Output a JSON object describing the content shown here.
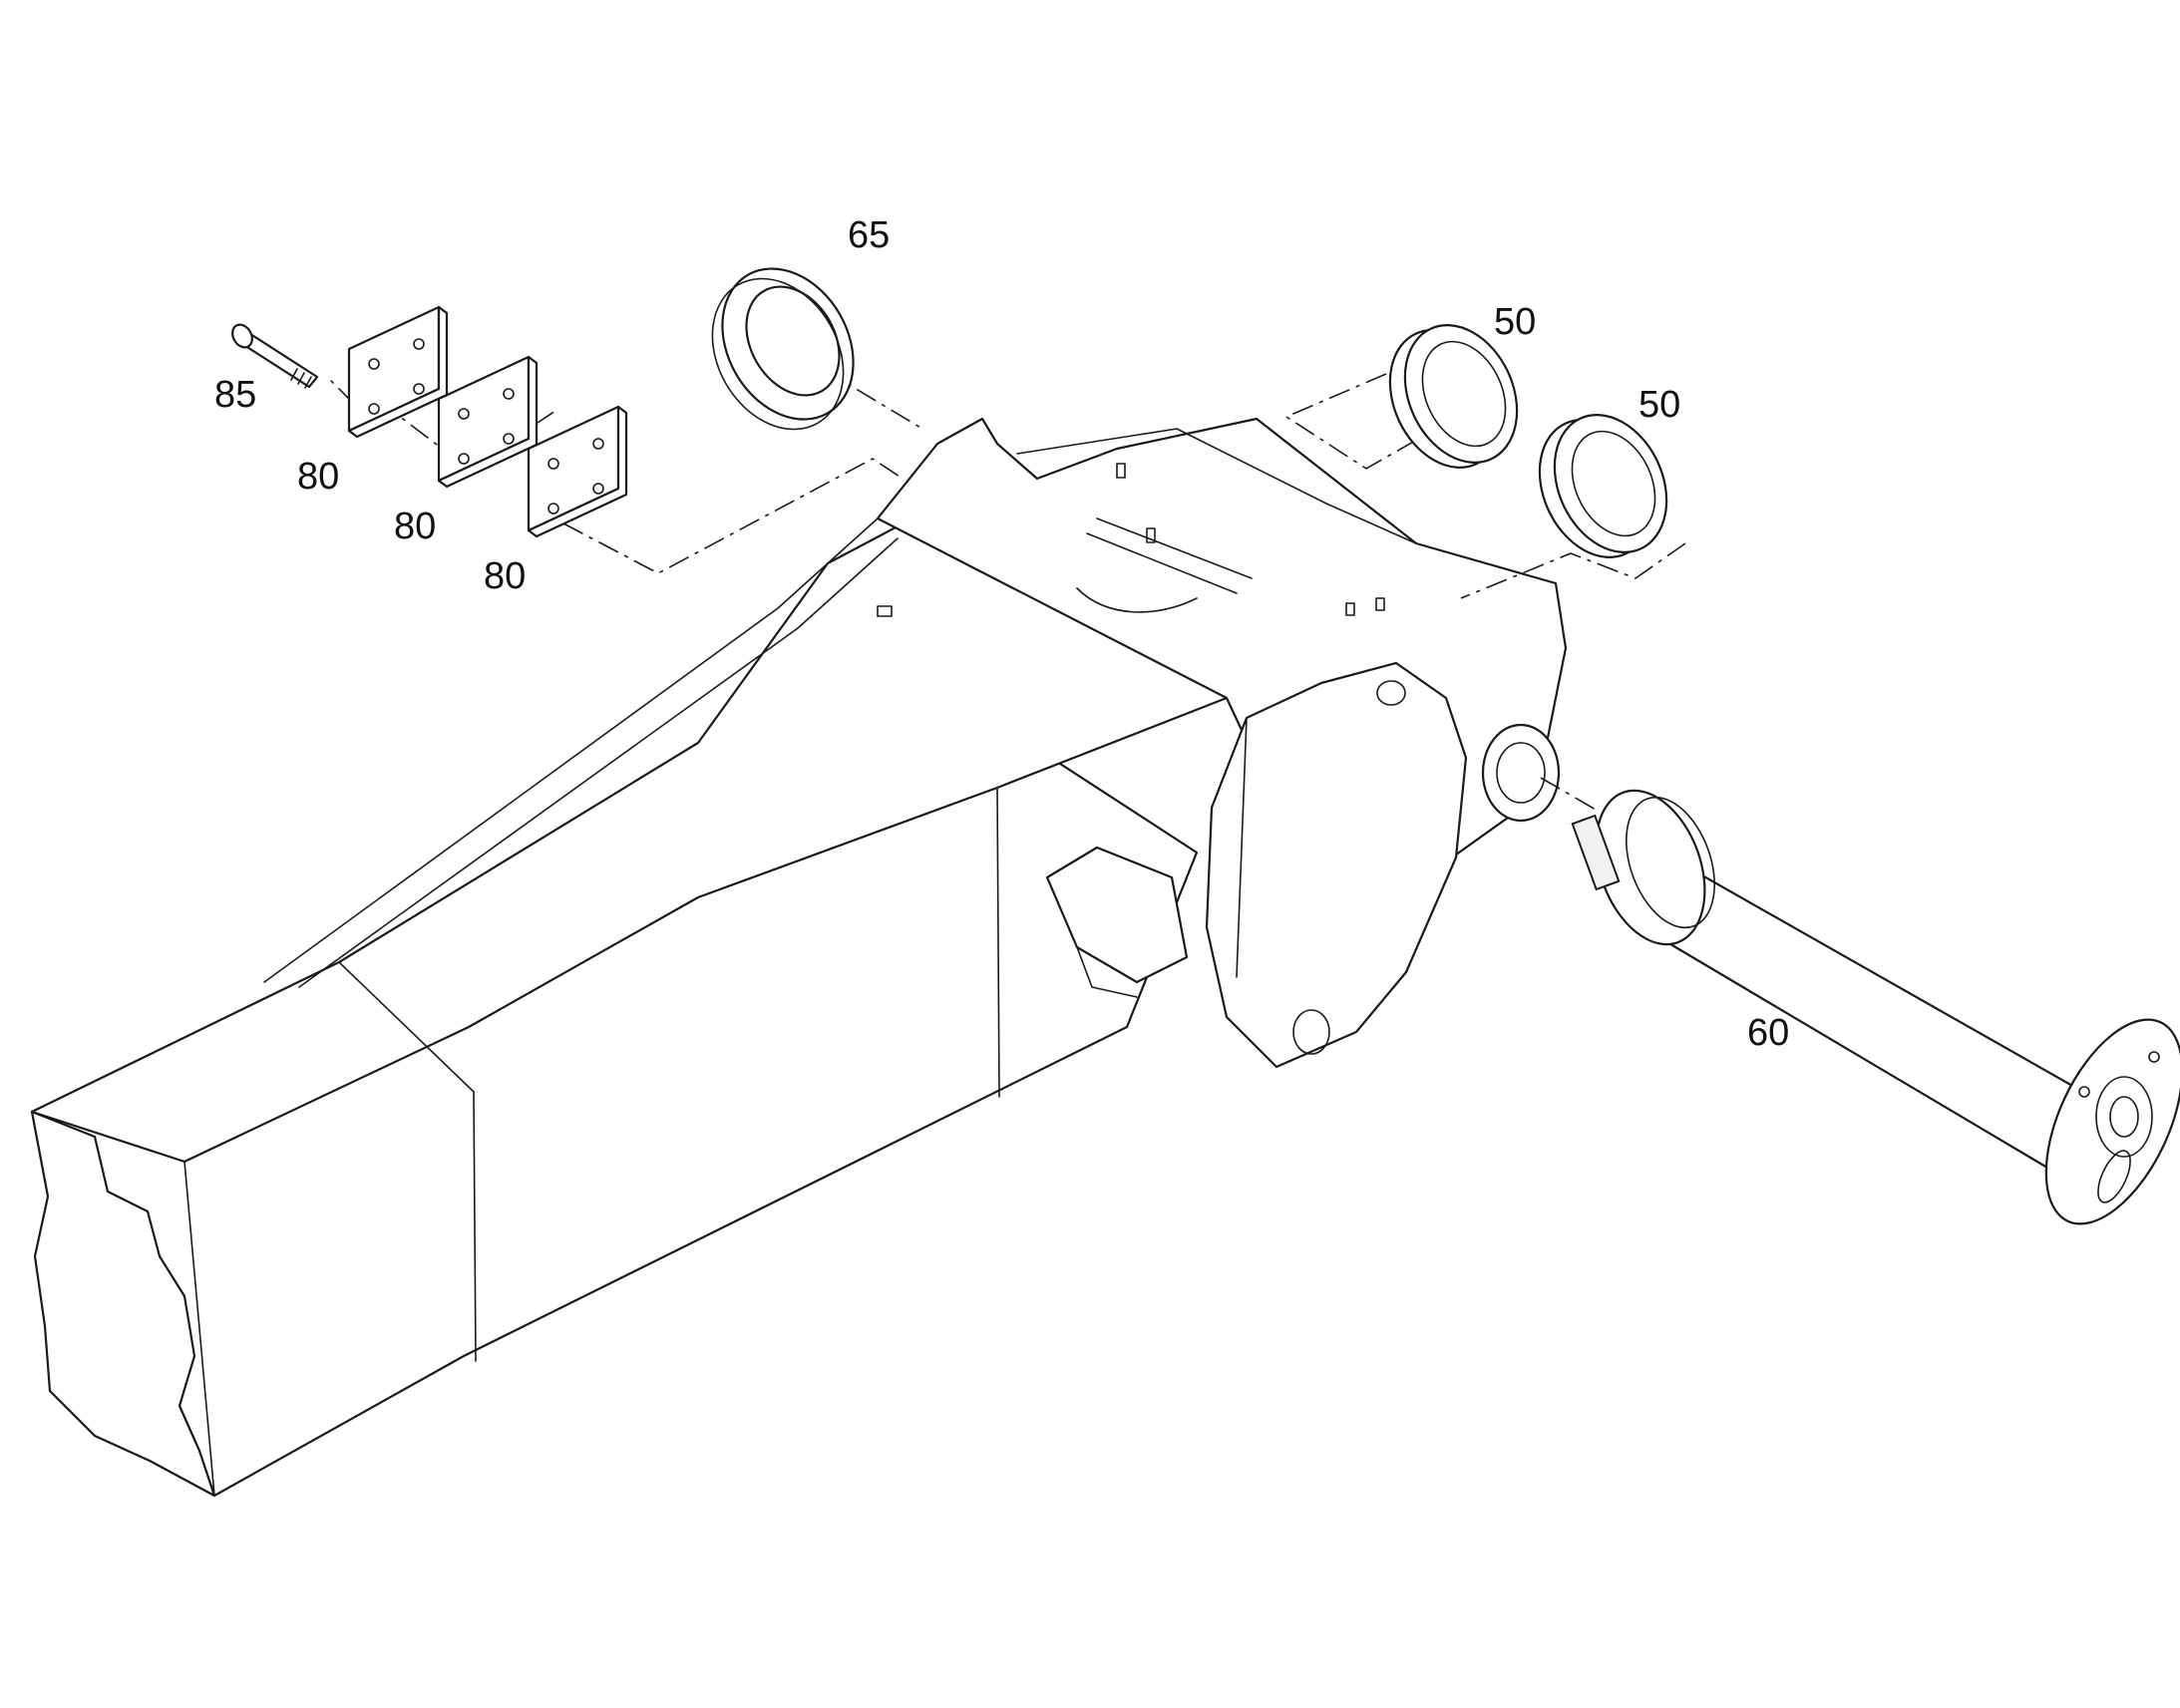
{
  "callouts": {
    "c65": "65",
    "c50a": "50",
    "c50b": "50",
    "c85": "85",
    "c80a": "80",
    "c80b": "80",
    "c80c": "80",
    "c60": "60"
  },
  "colors": {
    "line": "#1a1a1a",
    "background": "#ffffff"
  }
}
